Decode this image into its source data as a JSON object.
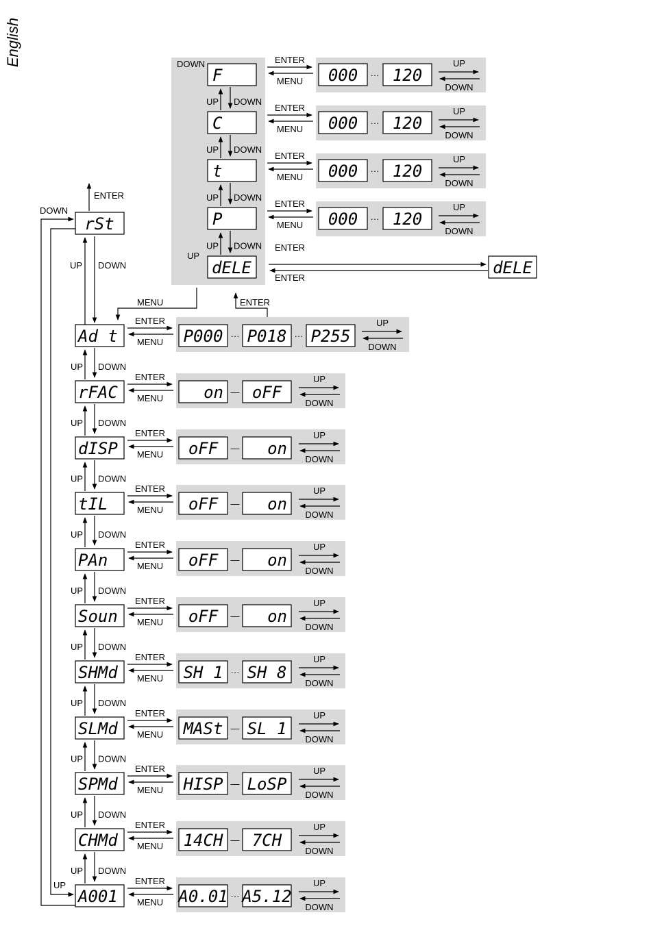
{
  "language": "English",
  "keys": {
    "up": "UP",
    "down": "DOWN",
    "enter": "ENTER",
    "menu": "MENU"
  },
  "dots": "···",
  "dash": "—",
  "rst": "rSt",
  "submenu": {
    "items": [
      "F",
      "C",
      "t",
      "P"
    ],
    "range_from": "000",
    "range_to": "120",
    "dele": "dELE"
  },
  "menu": [
    {
      "label": "Ad t",
      "values": [
        "P000",
        "P018",
        "P255"
      ],
      "sep": "dots"
    },
    {
      "label": "rFAC",
      "values": [
        "on",
        "oFF"
      ],
      "sep": "dash"
    },
    {
      "label": "dISP",
      "values": [
        "oFF",
        "on"
      ],
      "sep": "dash"
    },
    {
      "label": "tIL",
      "values": [
        "oFF",
        "on"
      ],
      "sep": "dash"
    },
    {
      "label": "PAn",
      "values": [
        "oFF",
        "on"
      ],
      "sep": "dash"
    },
    {
      "label": "Soun",
      "values": [
        "oFF",
        "on"
      ],
      "sep": "dash"
    },
    {
      "label": "SHMd",
      "values": [
        "SH 1",
        "SH 8"
      ],
      "sep": "dots"
    },
    {
      "label": "SLMd",
      "values": [
        "MASt",
        "SL 1"
      ],
      "sep": "dash"
    },
    {
      "label": "SPMd",
      "values": [
        "HISP",
        "LoSP"
      ],
      "sep": "dash"
    },
    {
      "label": "CHMd",
      "values": [
        "14CH",
        "7CH"
      ],
      "sep": "dash"
    },
    {
      "label": "A001",
      "values": [
        "A0.01",
        "A5.12"
      ],
      "sep": "dots"
    }
  ]
}
